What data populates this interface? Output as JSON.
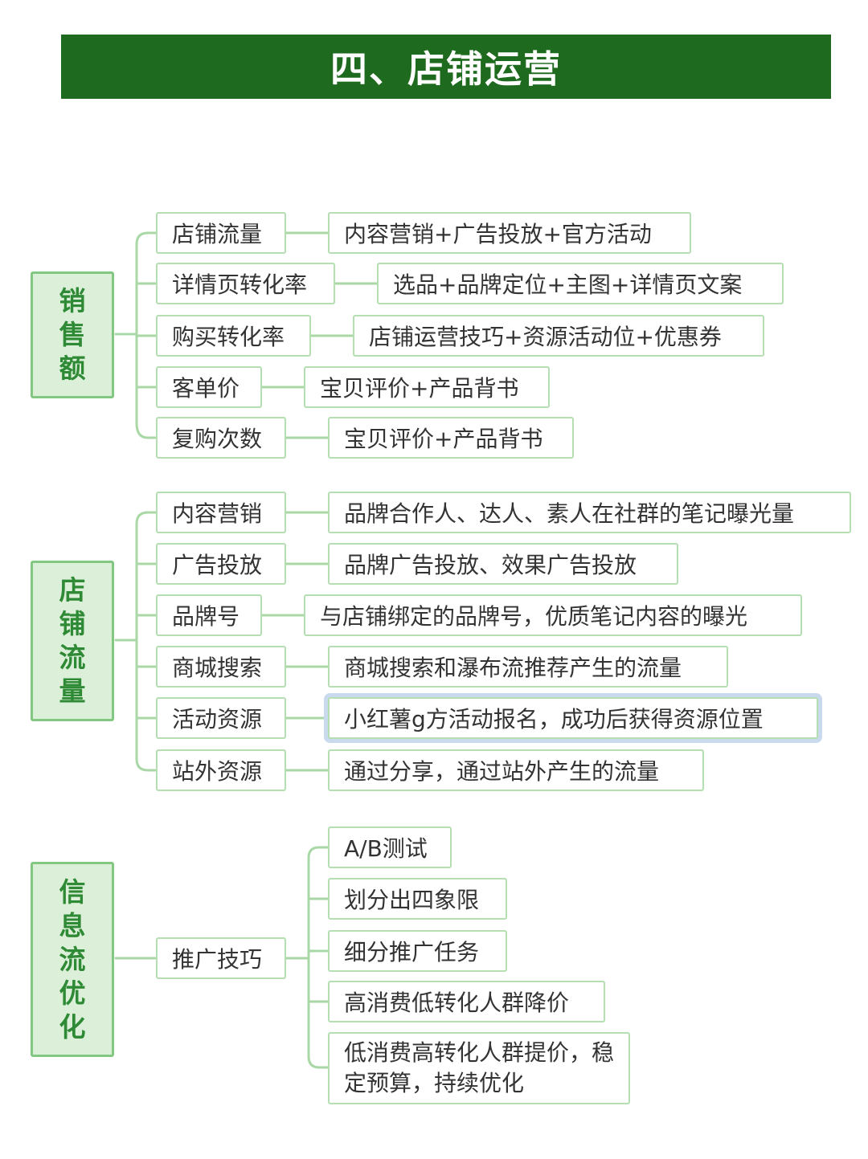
{
  "title": "四、店铺运营",
  "colors": {
    "banner_bg": "#1e6a1e",
    "root_bg": "#dcefd9",
    "root_border": "#83c882",
    "root_text": "#2f8a36",
    "node_border": "#b5dfb2",
    "connector": "#a9d8a6",
    "selection_outline": "#c9d9ee"
  },
  "groups": [
    {
      "root": "销售额",
      "branches": [
        {
          "label": "店铺流量",
          "detail": "内容营销+广告投放+官方活动"
        },
        {
          "label": "详情页转化率",
          "detail": "选品+品牌定位+主图+详情页文案"
        },
        {
          "label": "购买转化率",
          "detail": "店铺运营技巧+资源活动位+优惠券"
        },
        {
          "label": "客单价",
          "detail": "宝贝评价+产品背书"
        },
        {
          "label": "复购次数",
          "detail": "宝贝评价+产品背书"
        }
      ]
    },
    {
      "root": "店铺流量",
      "branches": [
        {
          "label": "内容营销",
          "detail": "品牌合作人、达人、素人在社群的笔记曝光量"
        },
        {
          "label": "广告投放",
          "detail": "品牌广告投放、效果广告投放"
        },
        {
          "label": "品牌号",
          "detail": "与店铺绑定的品牌号，优质笔记内容的曝光"
        },
        {
          "label": "商城搜索",
          "detail": "商城搜索和瀑布流推荐产生的流量"
        },
        {
          "label": "活动资源",
          "detail": "小红薯g方活动报名，成功后获得资源位置"
        },
        {
          "label": "站外资源",
          "detail": "通过分享，通过站外产生的流量"
        }
      ]
    },
    {
      "root": "信息流优化",
      "branches": [
        {
          "label": "推广技巧",
          "children": [
            "A/B测试",
            "划分出四象限",
            "细分推广任务",
            "高消费低转化人群降价",
            "低消费高转化人群提价，稳定预算，持续优化"
          ]
        }
      ]
    }
  ]
}
